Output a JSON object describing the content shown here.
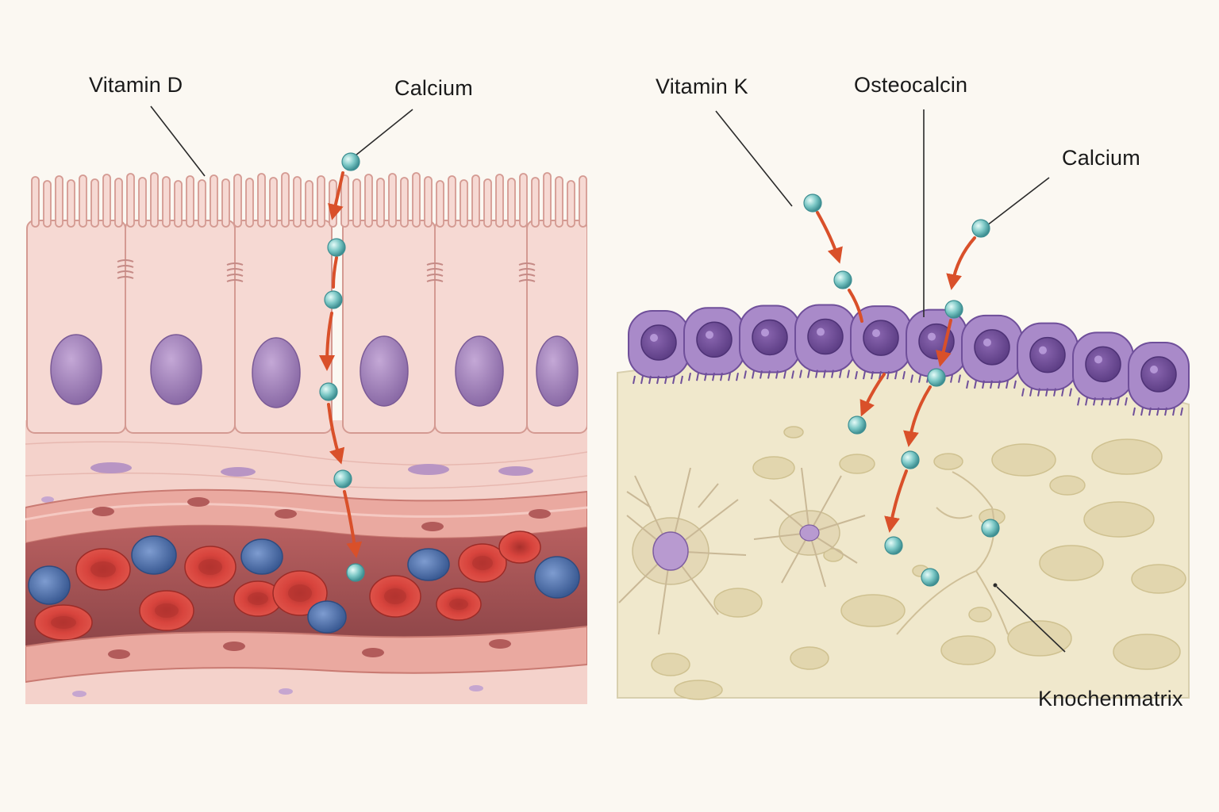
{
  "left_panel": {
    "labels": {
      "vitamin_d": "Vitamin D",
      "calcium": "Calcium"
    }
  },
  "right_panel": {
    "labels": {
      "vitamin_k": "Vitamin K",
      "osteocalcin": "Osteocalcin",
      "calcium": "Calcium",
      "bone_matrix": "Knochenmatrix"
    }
  },
  "colors": {
    "background": "#fbf8f2",
    "epithelial_cell": "#f6d9d3",
    "nucleus": "#a98bbd",
    "connective_tissue": "#f4d2cb",
    "vessel_wall": "#eaa9a0",
    "blood_plasma": "#9c4f50",
    "red_blood_cell": "#d8443d",
    "white_blood_cell": "#4a6fa8",
    "osteoblast": "#a98ac9",
    "bone_matrix": "#f0e8cc",
    "calcium_ion": "#7cc8c6",
    "arrow": "#d9502a"
  }
}
